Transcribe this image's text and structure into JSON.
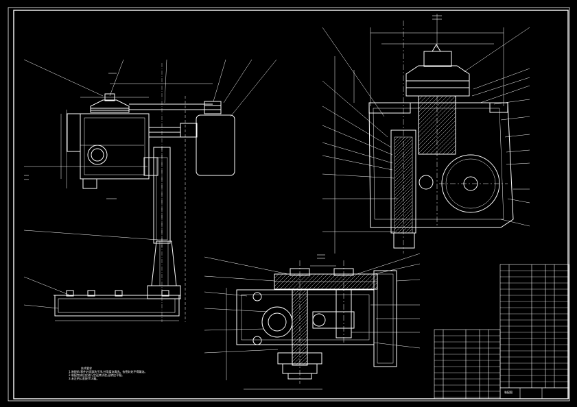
{
  "drawing": {
    "title_block_label": "装配图",
    "technical_notes": {
      "heading": "技术要求",
      "lines": [
        "1.装配前,零件必须清洗干净,并用煤油清洗。各密封处不得漏油。",
        "2.装配完成后应进行空运转试验,运转应平稳。",
        "3.未注明公差按IT14级。"
      ]
    }
  },
  "colors": {
    "background": "#000000",
    "line": "#ffffff",
    "hatch": "#d8d8d8"
  }
}
